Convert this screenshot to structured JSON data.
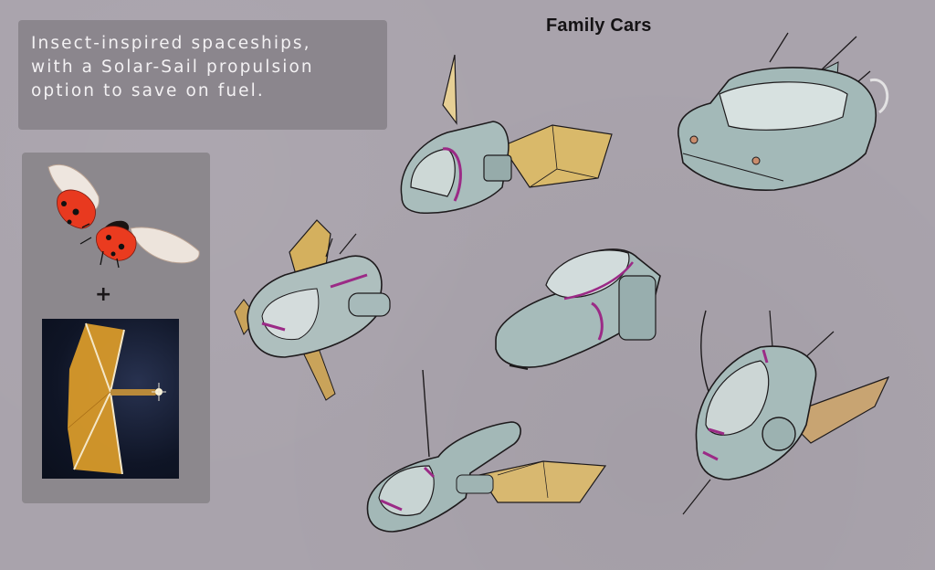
{
  "caption": {
    "lines": [
      "Insect-inspired spaceships,",
      "with a Solar-Sail propulsion",
      "option to save on fuel."
    ]
  },
  "title": "Family Cars",
  "reference_panel": {
    "images": [
      "ladybug-in-flight",
      "solar-sail-spacecraft"
    ],
    "operator": "+"
  },
  "sketches": [
    {
      "id": "ship-1",
      "label": "family car with faceted rear solar sail",
      "sail_color": "#d9b96a"
    },
    {
      "id": "ship-2",
      "label": "boxy station-wagon ship",
      "sail_color": null
    },
    {
      "id": "ship-3",
      "label": "compact ship with crystal fins",
      "sail_color": "#c9a35a"
    },
    {
      "id": "ship-4",
      "label": "sleek canopy ship",
      "sail_color": null
    },
    {
      "id": "ship-5",
      "label": "long ship with antenna and rear sail",
      "sail_color": "#d8b870"
    },
    {
      "id": "ship-6",
      "label": "pod ship with wing sail",
      "sail_color": "#c8a472"
    }
  ],
  "colors": {
    "background": "#a9a3ac",
    "panel": "#8b868d",
    "hull": "#9fb6b5",
    "hull_light": "#dfe6e6",
    "accent": "#9b2a86",
    "sail": "#d7b56a",
    "ink": "#1d1a1c"
  }
}
